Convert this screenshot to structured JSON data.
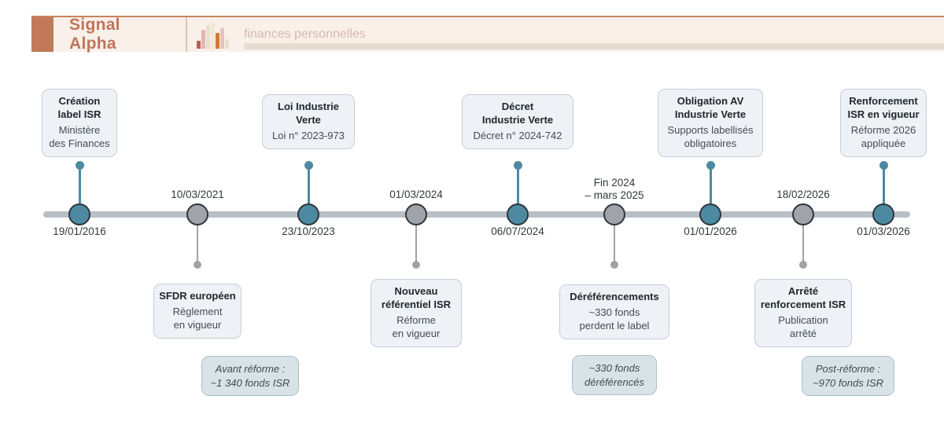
{
  "header": {
    "brand": "Signal Alpha",
    "tagline": "finances personnelles",
    "logo_icon": "bar-chart-icon"
  },
  "colors": {
    "accent_terracotta": "#c0755a",
    "event_teal": "#4d8aa1",
    "event_gray": "#a0a4a8",
    "card_bg": "#eef1f5",
    "annotation_bg": "#d8e3e8"
  },
  "timeline": {
    "events": [
      {
        "date": "19/01/2016",
        "title": "Création\nlabel ISR",
        "subtitle": "Ministère\ndes Finances",
        "side": "top",
        "color": "teal"
      },
      {
        "date": "10/03/2021",
        "title": "SFDR européen",
        "subtitle": "Règlement\nen vigueur",
        "side": "bottom",
        "color": "gray"
      },
      {
        "date": "23/10/2023",
        "title": "Loi Industrie\nVerte",
        "subtitle": "Loi n° 2023-973",
        "side": "top",
        "color": "teal"
      },
      {
        "date": "01/03/2024",
        "title": "Nouveau\nréférentiel ISR",
        "subtitle": "Réforme\nen vigueur",
        "side": "bottom",
        "color": "gray"
      },
      {
        "date": "06/07/2024",
        "title": "Décret\nIndustrie Verte",
        "subtitle": "Décret n° 2024-742",
        "side": "top",
        "color": "teal"
      },
      {
        "date": "Fin 2024\n– mars 2025",
        "title": "Déréférencements",
        "subtitle": "~330 fonds\nperdent le label",
        "side": "bottom",
        "color": "gray"
      },
      {
        "date": "01/01/2026",
        "title": "Obligation AV\nIndustrie Verte",
        "subtitle": "Supports labellisés\nobligatoires",
        "side": "top",
        "color": "teal"
      },
      {
        "date": "18/02/2026",
        "title": "Arrêté\nrenforcement ISR",
        "subtitle": "Publication\narrêté",
        "side": "bottom",
        "color": "gray"
      },
      {
        "date": "01/03/2026",
        "title": "Renforcement\nISR en vigueur",
        "subtitle": "Réforme 2026\nappliquée",
        "side": "top",
        "color": "teal"
      }
    ],
    "annotations": [
      {
        "text": "Avant réforme :\n~1 340 fonds ISR"
      },
      {
        "text": "~330 fonds\ndéréférencés"
      },
      {
        "text": "Post-réforme :\n~970 fonds ISR"
      }
    ]
  }
}
